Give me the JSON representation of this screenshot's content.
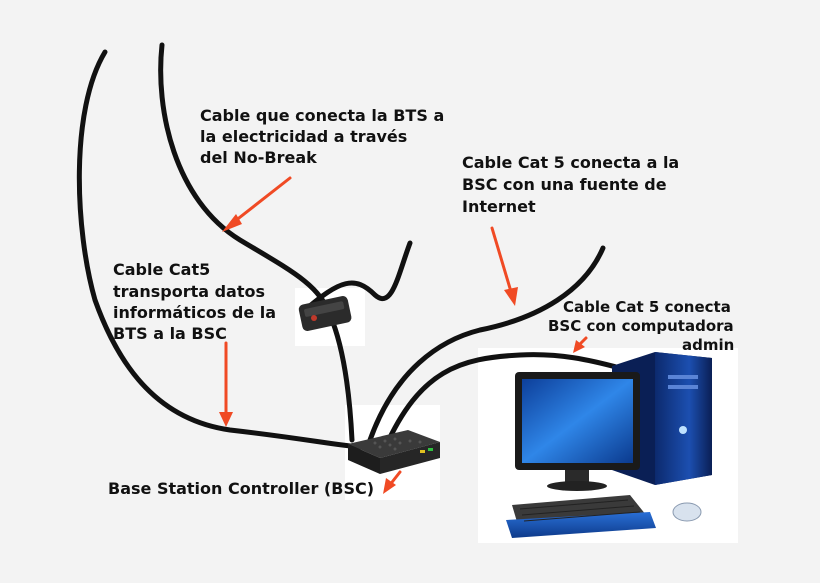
{
  "labels": {
    "bts_power_line1": "Cable que conecta la BTS a",
    "bts_power_line2": "la electricidad a través",
    "bts_power_line3": "del No-Break",
    "cat5_internet_line1": "Cable Cat 5 conecta a la",
    "cat5_internet_line2": "BSC con una fuente de",
    "cat5_internet_line3": "Internet",
    "cat5_data_line1": "Cable Cat5",
    "cat5_data_line2": "transporta datos",
    "cat5_data_line3": "informáticos de la",
    "cat5_data_line4": "BTS a la BSC",
    "cat5_admin_line1": "Cable Cat 5 conecta",
    "cat5_admin_line2": "BSC con computadora",
    "cat5_admin_line3": "admin",
    "bsc": "Base Station Controller (BSC)"
  },
  "colors": {
    "background": "#f3f3f3",
    "cable": "#111111",
    "arrow": "#f04a24",
    "monitor_frame": "#1a1a1a",
    "screen_blue": "#1560c4",
    "tower_blue": "#123a8a",
    "keyboard_blue": "#2a6fd6"
  },
  "icons": [
    "ups-no-break-icon",
    "bsc-device-icon",
    "desktop-computer-icon"
  ]
}
